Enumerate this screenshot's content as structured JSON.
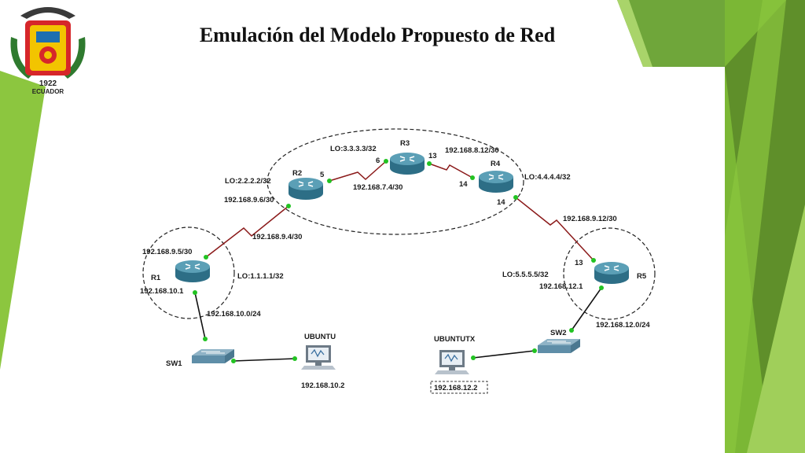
{
  "title": "Emulación del Modelo Propuesto de Red",
  "crest": {
    "year": "1922",
    "country": "ECUADOR"
  },
  "colors": {
    "green_dark": "#5f8f2a",
    "green_light": "#8cc63f",
    "link_serial": "#8b1a1a",
    "link_eth": "#111111",
    "port": "#22c322"
  },
  "devices": {
    "r1": "R1",
    "r2": "R2",
    "r3": "R3",
    "r4": "R4",
    "r5": "R5",
    "sw1": "SW1",
    "sw2": "SW2",
    "pc1": "UBUNTU",
    "pc2": "UBUNTUTX"
  },
  "labels": {
    "r1_lo": "LO:1.1.1.1/32",
    "r2_lo": "LO:2.2.2.2/32",
    "r3_lo": "LO:3.3.3.3/32",
    "r4_lo": "LO:4.4.4.4/32",
    "r5_lo": "LO:5.5.5.5/32",
    "r1_wan": "192.168.9.5/30",
    "r2_wan": "192.168.9.6/30",
    "net_r1_r2": "192.168.9.4/30",
    "net_r2_r3": "192.168.7.4/30",
    "r3_r4_ip": "192.168.8.12/30",
    "net_r4_r5": "192.168.9.12/30",
    "r1_lan": "192.168.10.1",
    "lan1": "192.168.10.0/24",
    "pc1_ip": "192.168.10.2",
    "r5_lan": "192.168.12.1",
    "lan2": "192.168.12.0/24",
    "pc2_ip": "192.168.12.2",
    "p_r2_5": "5",
    "p_r3_6": "6",
    "p_r3_13": "13",
    "p_r4_14a": "14",
    "p_r4_14b": "14",
    "p_r5_13": "13"
  }
}
